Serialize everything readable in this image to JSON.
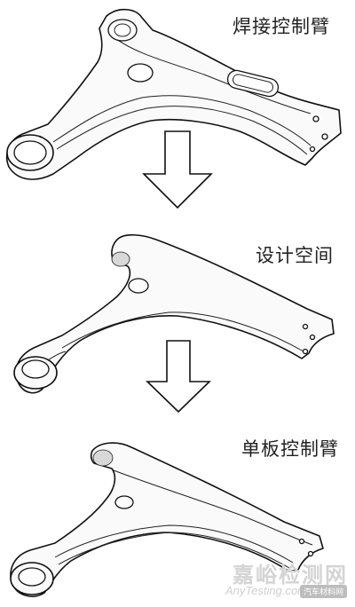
{
  "stages": [
    {
      "caption": "焊接控制臂"
    },
    {
      "caption": "设计空间"
    },
    {
      "caption": "单板控制臂"
    }
  ],
  "watermark": {
    "main": "嘉峪检测网",
    "sub": "AnyTesting.com",
    "chip": "汽车材料网"
  }
}
